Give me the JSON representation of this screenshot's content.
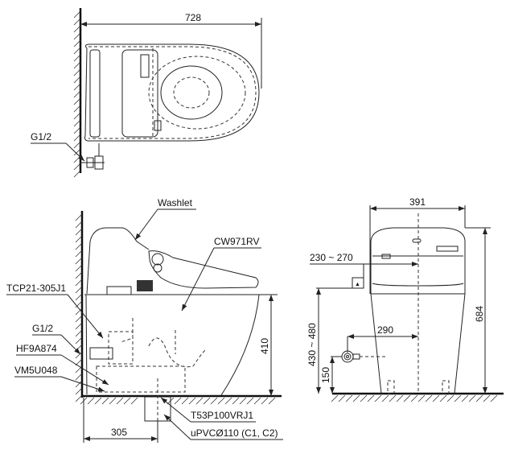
{
  "top_view": {
    "width_dim": "728",
    "supply_label": "G1/2"
  },
  "side_view": {
    "labels": {
      "washlet": "Washlet",
      "bowl": "CW971RV",
      "tcp": "TCP21-305J1",
      "supply": "G1/2",
      "hose": "HF9A874",
      "valve": "VM5U048",
      "flange": "T53P100VRJ1",
      "drain_pipe": "uPVCØ110 (C1, C2)"
    },
    "height_dim": "410",
    "rough_in_dim": "305"
  },
  "front_view": {
    "width_dim": "391",
    "outlet_offset_dim": "230 ~ 270",
    "outlet_height_dim": "430 ~ 480",
    "total_height_dim": "684",
    "supply_offset_dim": "290",
    "supply_height_dim": "150"
  }
}
